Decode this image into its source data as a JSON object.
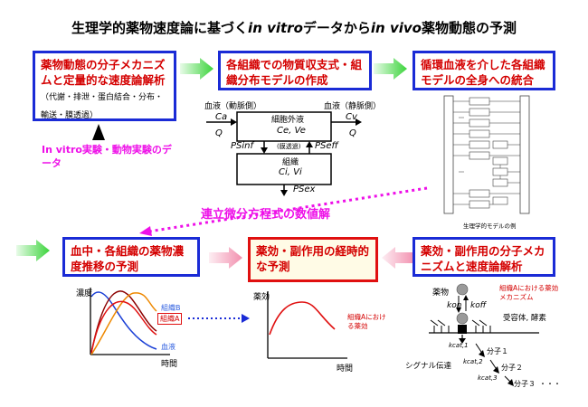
{
  "title": {
    "prefix": "生理学的薬物速度論に基づく",
    "vitro": "in vitro",
    "mid": "データから",
    "vivo": "in vivo",
    "suffix": "薬物動態の予測"
  },
  "top_row": {
    "box1": {
      "main": "薬物動態の分子メカニズムと定量的な速度論解析",
      "note": "（代謝・排泄・蛋白結合・分布・輸送・膜透過）"
    },
    "box2": {
      "text": "各組織での物質収支式・組織分布モデルの作成"
    },
    "box3": {
      "text": "循環血液を介した各組織モデルの全身への統合"
    }
  },
  "experiment_note": "In vitro実験・動物実験のデータ",
  "tissue_model": {
    "blood_artery": "血液（動脈側）",
    "blood_vein": "血液（静脈側）",
    "ca": "Ca",
    "cv": "Cv",
    "q_left": "Q",
    "q_right": "Q",
    "extracellular": "細胞外液",
    "ce_ve": "Ce, Ve",
    "permeation": "(膜透過)",
    "ps_inf": "PSinf",
    "ps_eff": "PSeff",
    "tissue": "組織",
    "ci_vi": "Ci, Vi",
    "ps_ex": "PSex"
  },
  "whole_body_caption": "生理学的モデルの例",
  "ode_label": "連立微分方程式の数値解",
  "bottom_row": {
    "box4": {
      "text": "血中・各組織の薬物濃度推移の予測"
    },
    "box5": {
      "text": "薬効・副作用の経時的な予測"
    },
    "box6": {
      "text": "薬効・副作用の分子メカニズムと速度論解析"
    }
  },
  "conc_plot": {
    "ylabel": "濃度",
    "xlabel": "時間",
    "series": [
      "組織B",
      "組織A",
      "血液"
    ]
  },
  "effect_plot": {
    "ylabel": "薬効",
    "xlabel": "時間",
    "annotation": "組織Aにおける薬効"
  },
  "mechanism": {
    "drug": "薬物",
    "kon": "kon",
    "koff": "koff",
    "target_note": "組織Aにおける薬効メカニズム",
    "receptor": "受容体, 酵素",
    "signal": "シグナル伝達",
    "kcat1": "kcat,1",
    "kcat2": "kcat,2",
    "kcat3": "kcat,3",
    "mol1": "分子１",
    "mol2": "分子２",
    "mol3": "分子３",
    "dots": "・・・"
  },
  "colors": {
    "blue_border": "#1a2bd6",
    "red_text": "#d40000",
    "red_border": "#e01010",
    "magenta": "#ee10e8",
    "green_arrow": "#3cd43c",
    "pink_arrow": "#f7b3c8"
  }
}
